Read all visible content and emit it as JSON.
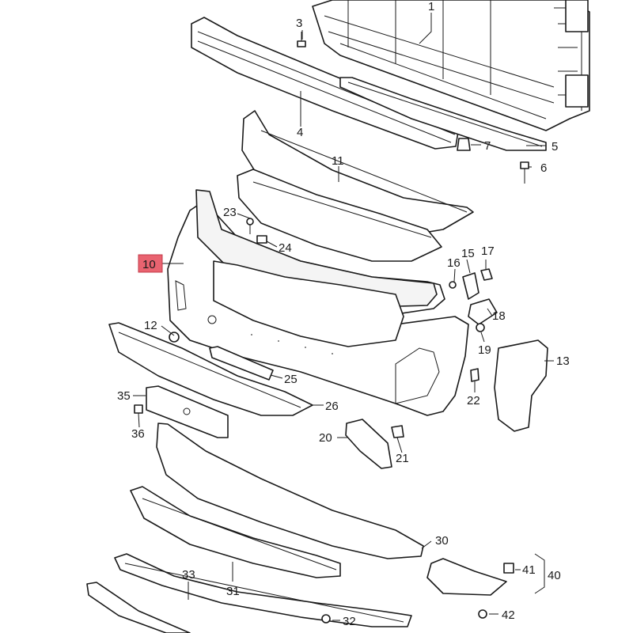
{
  "diagram": {
    "highlight_color": "#e96370",
    "highlighted_part": "10",
    "callouts": [
      {
        "id": "c1",
        "text": "1"
      },
      {
        "id": "c3",
        "text": "3"
      },
      {
        "id": "c4",
        "text": "4"
      },
      {
        "id": "c5",
        "text": "5"
      },
      {
        "id": "c6",
        "text": "6"
      },
      {
        "id": "c7",
        "text": "7"
      },
      {
        "id": "c10",
        "text": "10"
      },
      {
        "id": "c11",
        "text": "11"
      },
      {
        "id": "c12",
        "text": "12"
      },
      {
        "id": "c13",
        "text": "13"
      },
      {
        "id": "c15",
        "text": "15"
      },
      {
        "id": "c16",
        "text": "16"
      },
      {
        "id": "c17",
        "text": "17"
      },
      {
        "id": "c18",
        "text": "18"
      },
      {
        "id": "c19",
        "text": "19"
      },
      {
        "id": "c20",
        "text": "20"
      },
      {
        "id": "c21",
        "text": "21"
      },
      {
        "id": "c22",
        "text": "22"
      },
      {
        "id": "c23",
        "text": "23"
      },
      {
        "id": "c24",
        "text": "24"
      },
      {
        "id": "c25",
        "text": "25"
      },
      {
        "id": "c26",
        "text": "26"
      },
      {
        "id": "c30",
        "text": "30"
      },
      {
        "id": "c31",
        "text": "31"
      },
      {
        "id": "c32",
        "text": "32"
      },
      {
        "id": "c33",
        "text": "33"
      },
      {
        "id": "c35",
        "text": "35"
      },
      {
        "id": "c36",
        "text": "36"
      },
      {
        "id": "c40",
        "text": "40"
      },
      {
        "id": "c41",
        "text": "41"
      },
      {
        "id": "c42",
        "text": "42"
      }
    ]
  }
}
